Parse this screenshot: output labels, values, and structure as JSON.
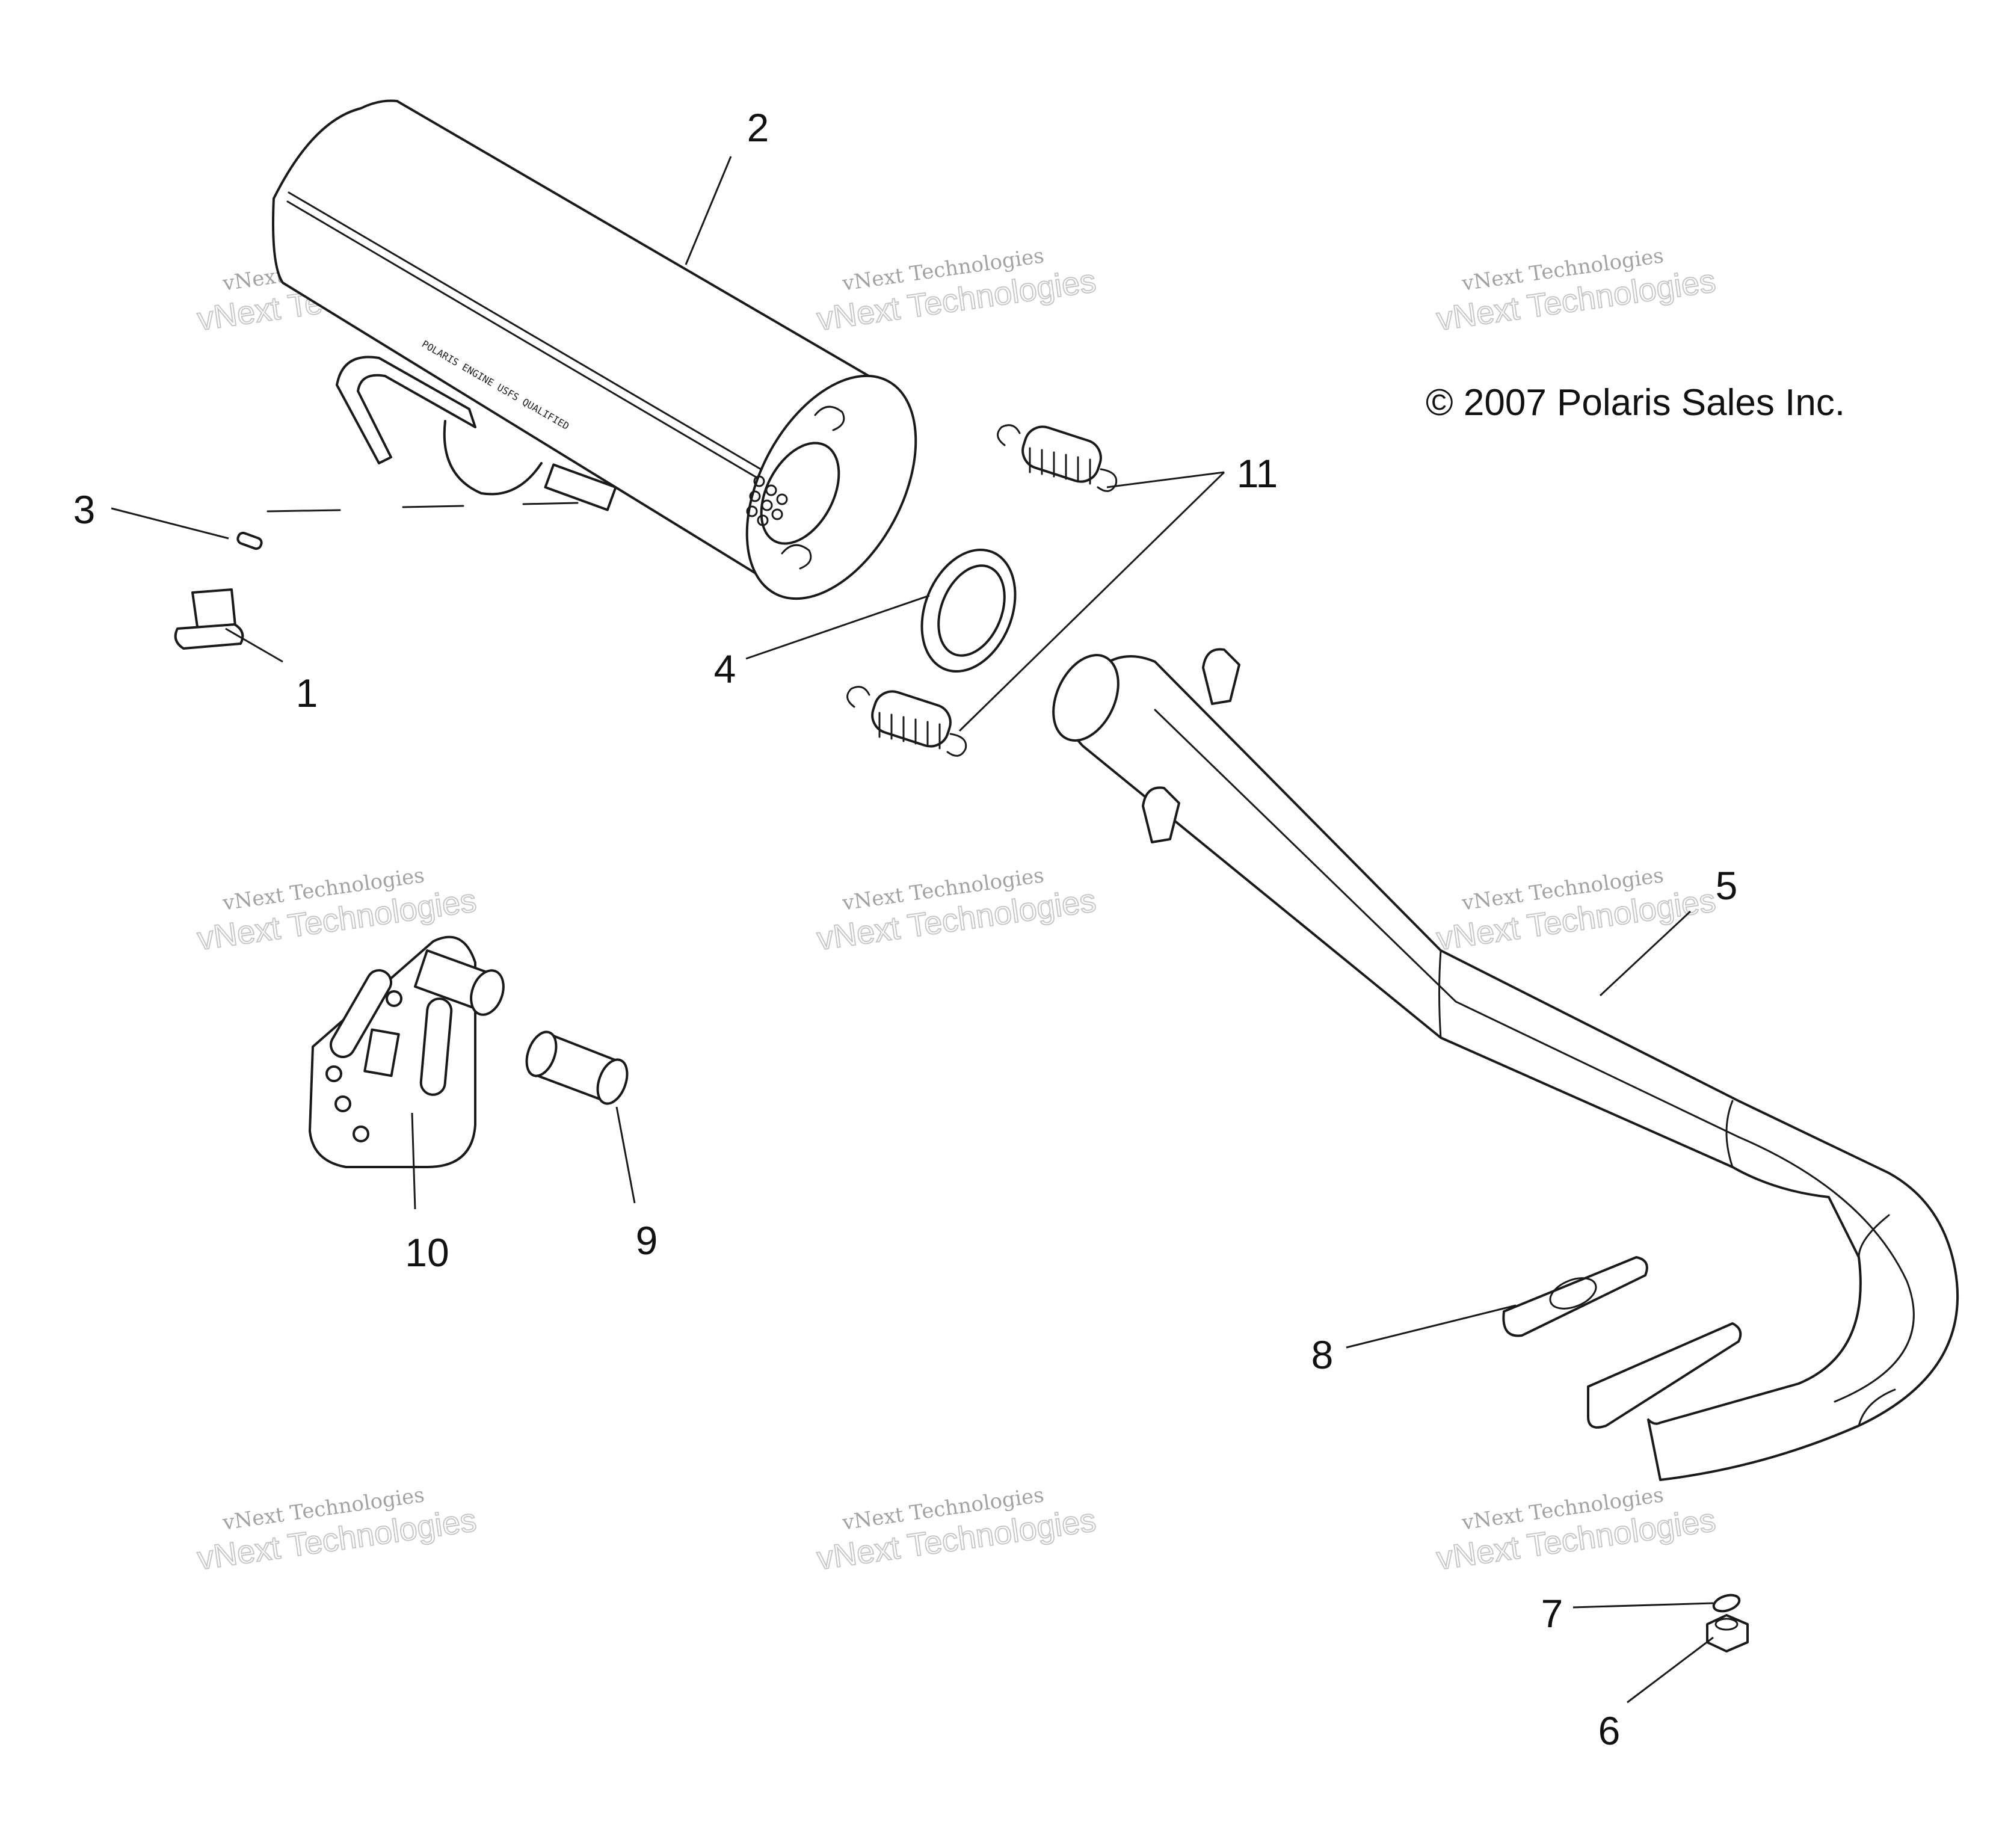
{
  "copyright": "© 2007 Polaris Sales Inc.",
  "watermark": {
    "line1": "vNext Technologies",
    "line2": "vNext Technologies"
  },
  "muffler_stamp": "POLARIS ENGINE USFS QUALIFIED",
  "callouts": [
    {
      "id": "1",
      "part": "bushing"
    },
    {
      "id": "2",
      "part": "muffler"
    },
    {
      "id": "3",
      "part": "pin"
    },
    {
      "id": "4",
      "part": "gasket-ring"
    },
    {
      "id": "5",
      "part": "head-pipe"
    },
    {
      "id": "6",
      "part": "nut"
    },
    {
      "id": "7",
      "part": "washer"
    },
    {
      "id": "8",
      "part": "flange-gasket"
    },
    {
      "id": "9",
      "part": "spacer"
    },
    {
      "id": "10",
      "part": "mount-bracket"
    },
    {
      "id": "11",
      "part": "spring"
    }
  ]
}
